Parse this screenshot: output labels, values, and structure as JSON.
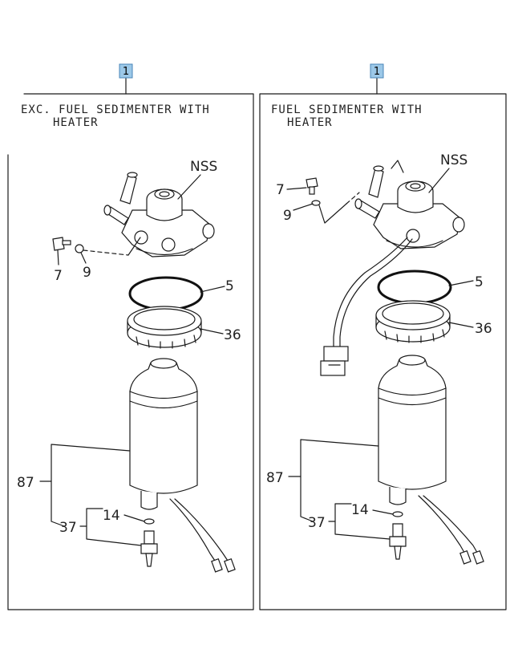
{
  "panels": [
    {
      "index_badge": "1",
      "title_line1": "EXC. FUEL SEDIMENTER WITH",
      "title_line2": "HEATER",
      "labels": {
        "nss": "NSS",
        "p5": "5",
        "p36": "36",
        "p7": "7",
        "p9": "9",
        "p87": "87",
        "p14": "14",
        "p37": "37"
      }
    },
    {
      "index_badge": "1",
      "title_line1": "FUEL SEDIMENTER WITH",
      "title_line2": "HEATER",
      "labels": {
        "nss": "NSS",
        "p5": "5",
        "p36": "36",
        "p7": "7",
        "p9": "9",
        "p87": "87",
        "p14": "14",
        "p37": "37"
      }
    }
  ],
  "colors": {
    "badge_fill": "#9cc8e8",
    "badge_stroke": "#4a86b8",
    "ink": "#1a1a1a"
  }
}
